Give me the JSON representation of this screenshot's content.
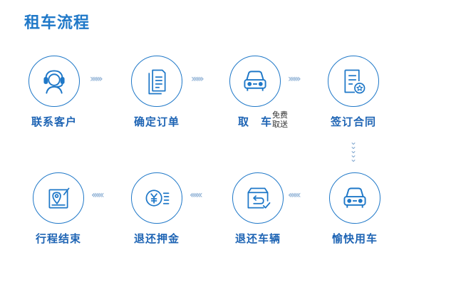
{
  "title": "租车流程",
  "steps": [
    {
      "label": "联系客户",
      "icon": "customer-service-icon"
    },
    {
      "label": "确定订单",
      "icon": "documents-icon"
    },
    {
      "label": "取　车",
      "note": [
        "免费",
        "取送"
      ],
      "icon": "car-icon"
    },
    {
      "label": "签订合同",
      "icon": "contract-icon"
    },
    {
      "label": "愉快用车",
      "icon": "car-icon"
    },
    {
      "label": "退还车辆",
      "icon": "return-box-icon"
    },
    {
      "label": "退还押金",
      "icon": "yuan-coin-icon"
    },
    {
      "label": "行程结束",
      "icon": "location-document-icon"
    }
  ],
  "arrows_right": "››››››",
  "arrows_left": "‹‹‹‹‹‹",
  "arrows_down": "⌄",
  "colors": {
    "accent": "#1f78c8",
    "label": "#1e64b4",
    "arrow": "#7fa6cf"
  }
}
